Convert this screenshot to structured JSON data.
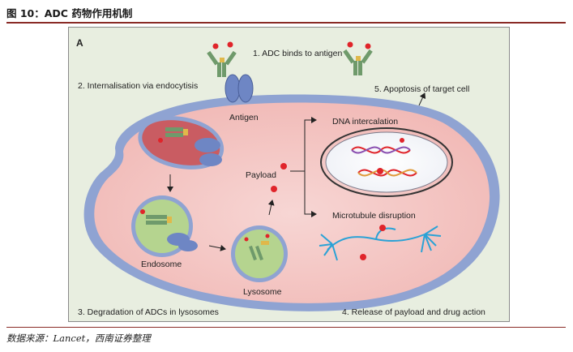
{
  "header": {
    "title": "图 10：ADC 药物作用机制"
  },
  "panel": {
    "letter": "A",
    "step1": "1. ADC binds to antigen",
    "step2": "2. Internalisation via endocytisis",
    "step3": "3. Degradation of ADCs in lysosomes",
    "step4": "4. Release of payload and drug action",
    "step5": "5. Apoptosis of target cell",
    "antigen": "Antigen",
    "endosome": "Endosome",
    "lysosome": "Lysosome",
    "payload": "Payload",
    "dna": "DNA intercalation",
    "microtubule": "Microtubule disruption"
  },
  "footer": {
    "source": "数据来源：Lancet，西南证券整理"
  },
  "colors": {
    "accent_rule": "#8a2b26",
    "membrane": "#8fa3d2",
    "cytoplasm": "#f3c6c3",
    "antibody_green": "#6f9a6b",
    "payload_red": "#e0242a",
    "vesicle_green": "#b5d48f",
    "microtubule": "#2aa2d6"
  }
}
